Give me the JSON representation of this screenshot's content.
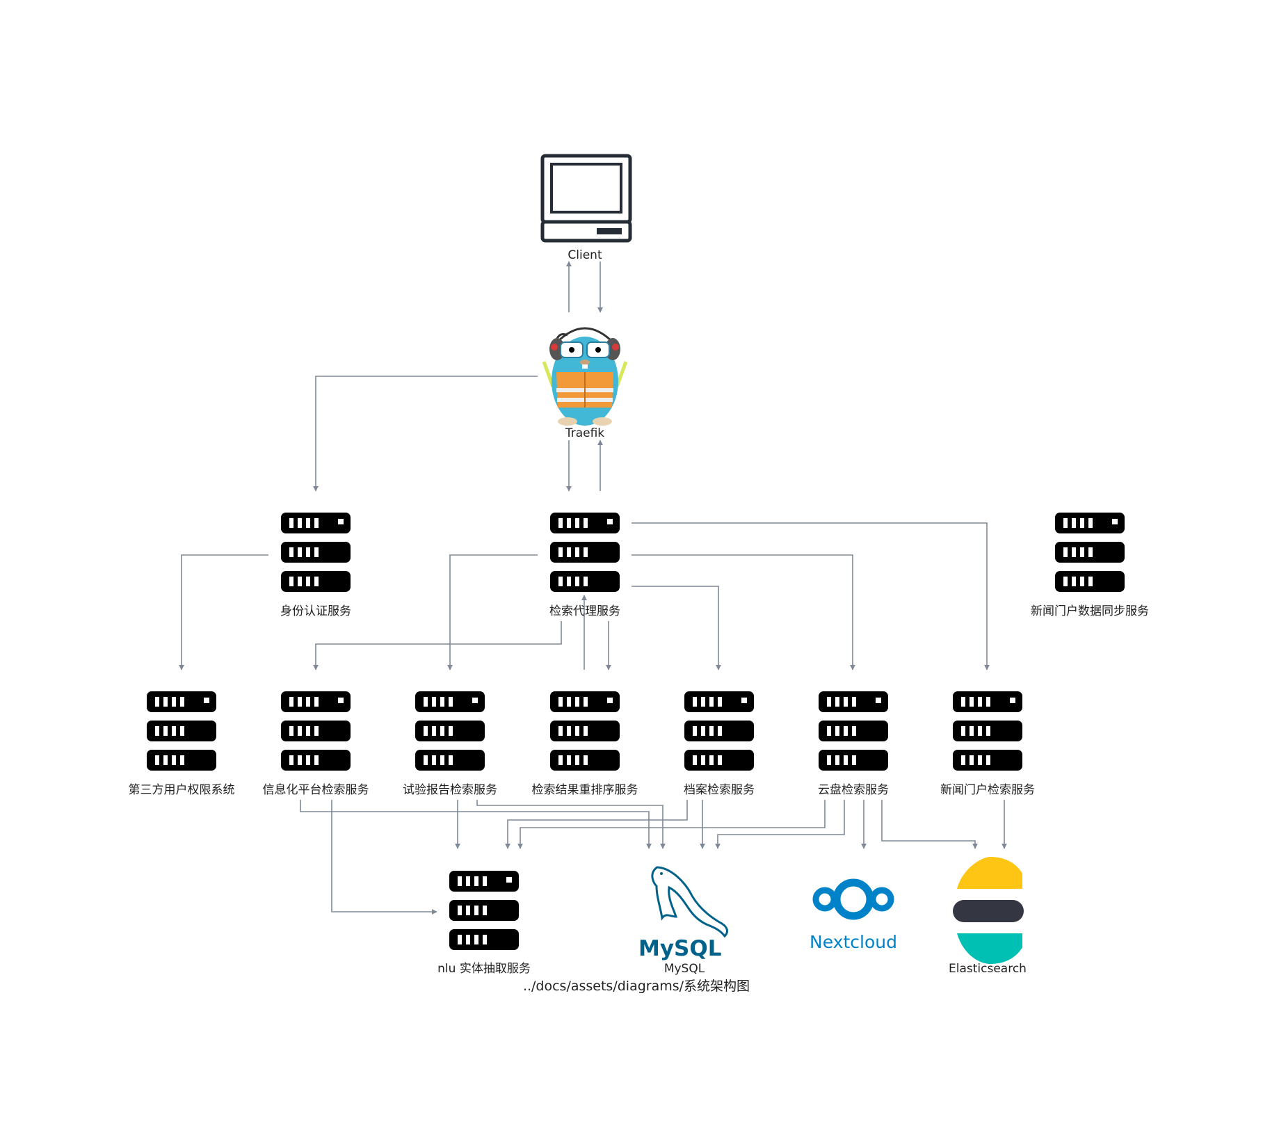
{
  "colors": {
    "edge": "#7f8896",
    "server": "#000000",
    "monitor": "#262c36",
    "gopher_body": "#43b7d6",
    "vest": "#f29a3a",
    "mysql_blue": "#00618a",
    "mysql_orange": "#e48e00",
    "nextcloud": "#0082c9",
    "es_yellow": "#fec514",
    "es_dark": "#343741",
    "es_teal": "#00bfb3"
  },
  "nodes": {
    "client": {
      "label": "Client",
      "icon": "monitor-icon"
    },
    "traefik": {
      "label": "Traefik",
      "icon": "gopher-icon"
    },
    "auth": {
      "label": "身份认证服务",
      "icon": "server-icon"
    },
    "proxy": {
      "label": "检索代理服务",
      "icon": "server-icon"
    },
    "news_sync": {
      "label": "新闻门户数据同步服务",
      "icon": "server-icon"
    },
    "third_party": {
      "label": "第三方用户权限系统",
      "icon": "server-icon"
    },
    "info_platform": {
      "label": "信息化平台检索服务",
      "icon": "server-icon"
    },
    "test_report": {
      "label": "试验报告检索服务",
      "icon": "server-icon"
    },
    "rerank": {
      "label": "检索结果重排序服务",
      "icon": "server-icon"
    },
    "archive": {
      "label": "档案检索服务",
      "icon": "server-icon"
    },
    "cloud_disk": {
      "label": "云盘检索服务",
      "icon": "server-icon"
    },
    "news_search": {
      "label": "新闻门户检索服务",
      "icon": "server-icon"
    },
    "nlu": {
      "label": "nlu 实体抽取服务",
      "icon": "server-icon"
    },
    "mysql": {
      "label": "MySQL",
      "icon": "mysql-logo",
      "logo_text": "MySQL"
    },
    "nextcloud": {
      "label": "",
      "icon": "nextcloud-logo",
      "logo_text": "Nextcloud"
    },
    "elasticsearch": {
      "label": "Elasticsearch",
      "icon": "elasticsearch-logo"
    }
  },
  "caption": "../docs/assets/diagrams/系统架构图"
}
